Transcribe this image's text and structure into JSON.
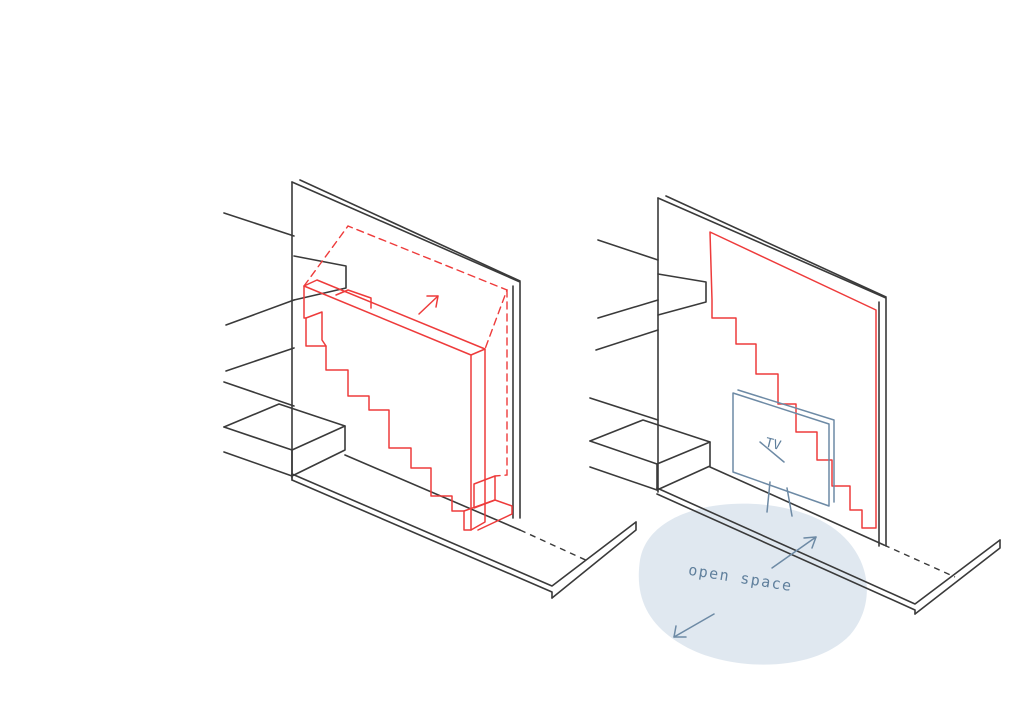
{
  "sketch_left": {
    "arrow_direction": "up-right"
  },
  "sketch_right": {
    "tv_label": "TV",
    "open_space_label": "open space"
  },
  "colors": {
    "pencil": "#3a3a3a",
    "stair_highlight": "#ee3b3b",
    "annotation_blue": "#6d8aa5",
    "open_space_fill": "#dde6ee"
  }
}
